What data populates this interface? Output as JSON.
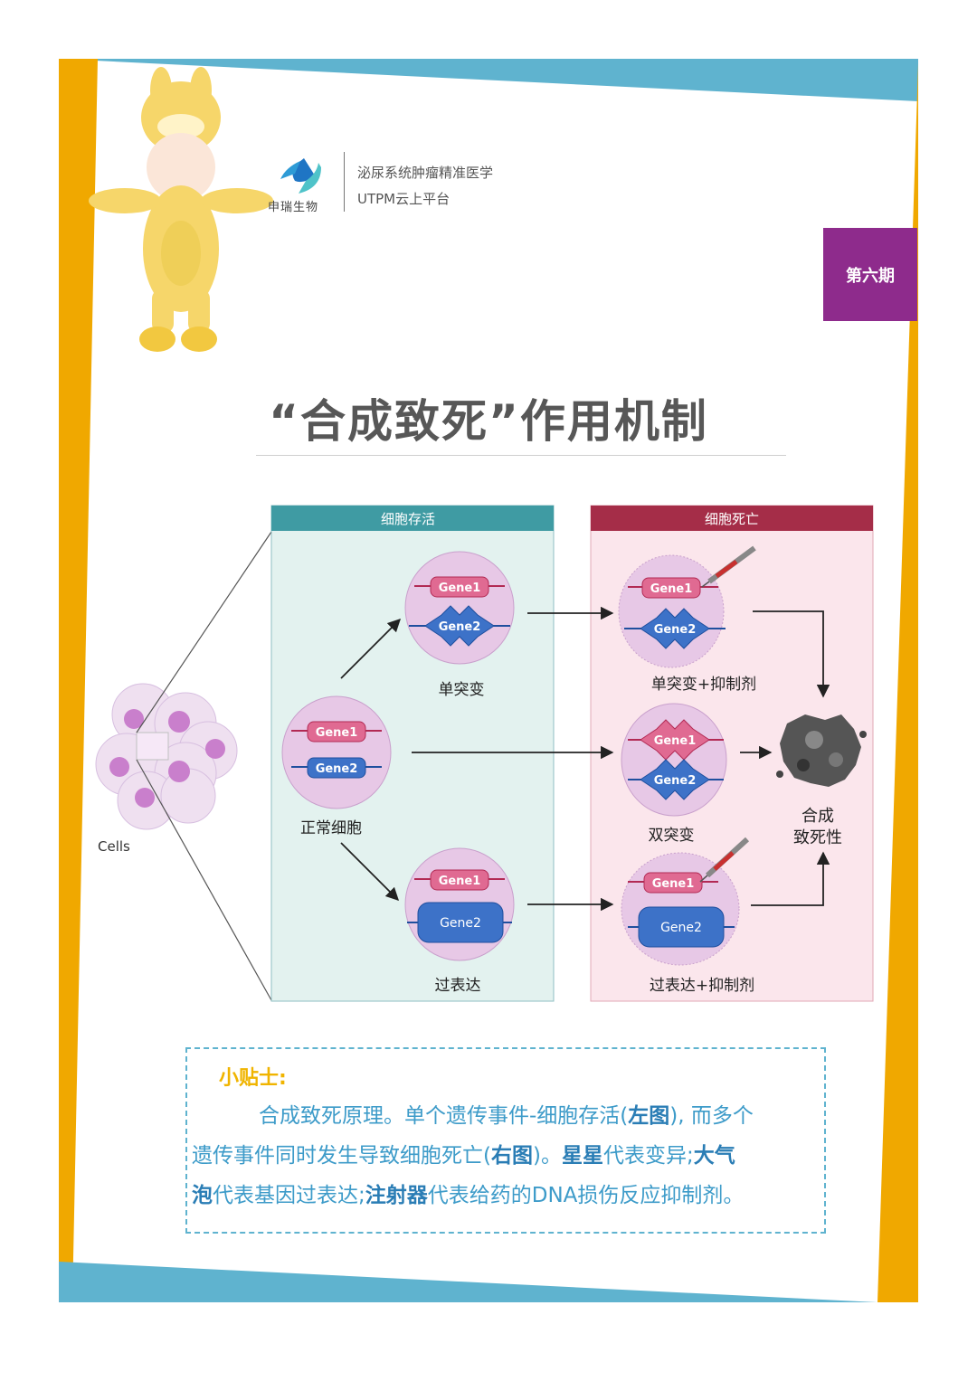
{
  "header": {
    "company_name": "申瑞生物",
    "platform_line1": "泌尿系统肿瘤精准医学",
    "platform_line2": "UTPM云上平台",
    "issue_label": "第六期"
  },
  "title": "“合成致死”作用机制",
  "diagram": {
    "cells_label": "Cells",
    "panel_left_title": "细胞存活",
    "panel_right_title": "细胞死亡",
    "gene1": "Gene1",
    "gene2": "Gene2",
    "label_normal": "正常细胞",
    "label_single": "单突变",
    "label_overexp": "过表达",
    "label_single_inhib": "单突变+抑制剂",
    "label_double": "双突变",
    "label_overexp_inhib": "过表达+抑制剂",
    "label_result_1": "合成",
    "label_result_2": "致死性"
  },
  "tips": {
    "title": "小贴士:",
    "line1": "合成致死原理。单个遗传事件-细胞存活(",
    "line1_bold": "左图",
    "line1_end": "), 而多个",
    "line2": "遗传事件同时发生导致细胞死亡(",
    "line2_bold1": "右图",
    "line2_mid": ")。",
    "line2_bold2": "星星",
    "line2_mid2": "代表变异;",
    "line2_bold3": "大气",
    "line3_bold1": "泡",
    "line3_mid": "代表基因过表达;",
    "line3_bold2": "注射器",
    "line3_end": "代表给药的DNA损伤反应抑制剂。"
  },
  "colors": {
    "teal": "#5fb3cf",
    "yellow": "#f0a800",
    "purple": "#8e2b8c",
    "panel_left_header": "#3f9ba3",
    "panel_right_header": "#a52d48"
  }
}
